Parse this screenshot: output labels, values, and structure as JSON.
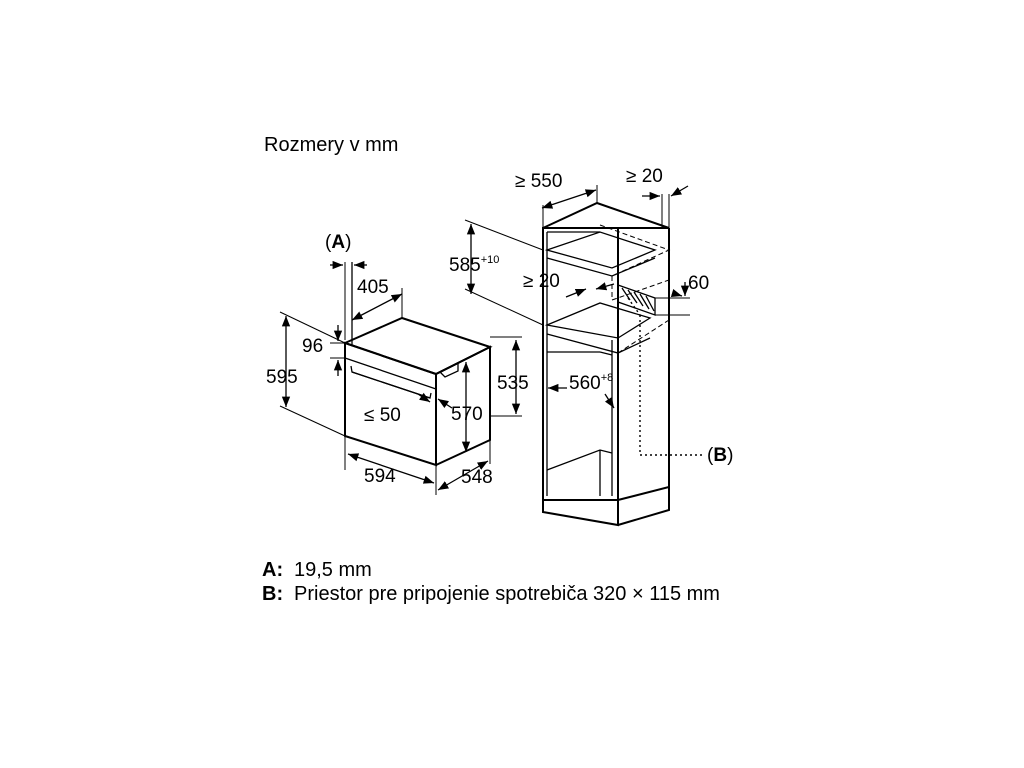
{
  "title": "Rozmery v mm",
  "dimensions": {
    "a_label_open": "(",
    "a_label_letter": "A",
    "a_label_close": ")",
    "oven_depth_top": "405",
    "oven_panel_height": "96",
    "oven_total_height": "595",
    "oven_body_height": "535",
    "oven_inner_height": "570",
    "clearance_front": "≤ 50",
    "oven_width": "594",
    "oven_depth": "548",
    "cabinet_depth": "≥ 550",
    "rear_gap": "≥ 20",
    "niche_height": "585",
    "niche_height_tol": "+10",
    "side_gap": "≥ 20",
    "vent_height": "60",
    "niche_width": "560",
    "niche_width_tol": "+8",
    "b_label_open": "(",
    "b_label_letter": "B",
    "b_label_close": ")"
  },
  "legend": [
    {
      "key": "A:",
      "text": "19,5 mm"
    },
    {
      "key": "B:",
      "text": "Priestor pre pripojenie spotrebiča 320 × 115 mm"
    }
  ]
}
